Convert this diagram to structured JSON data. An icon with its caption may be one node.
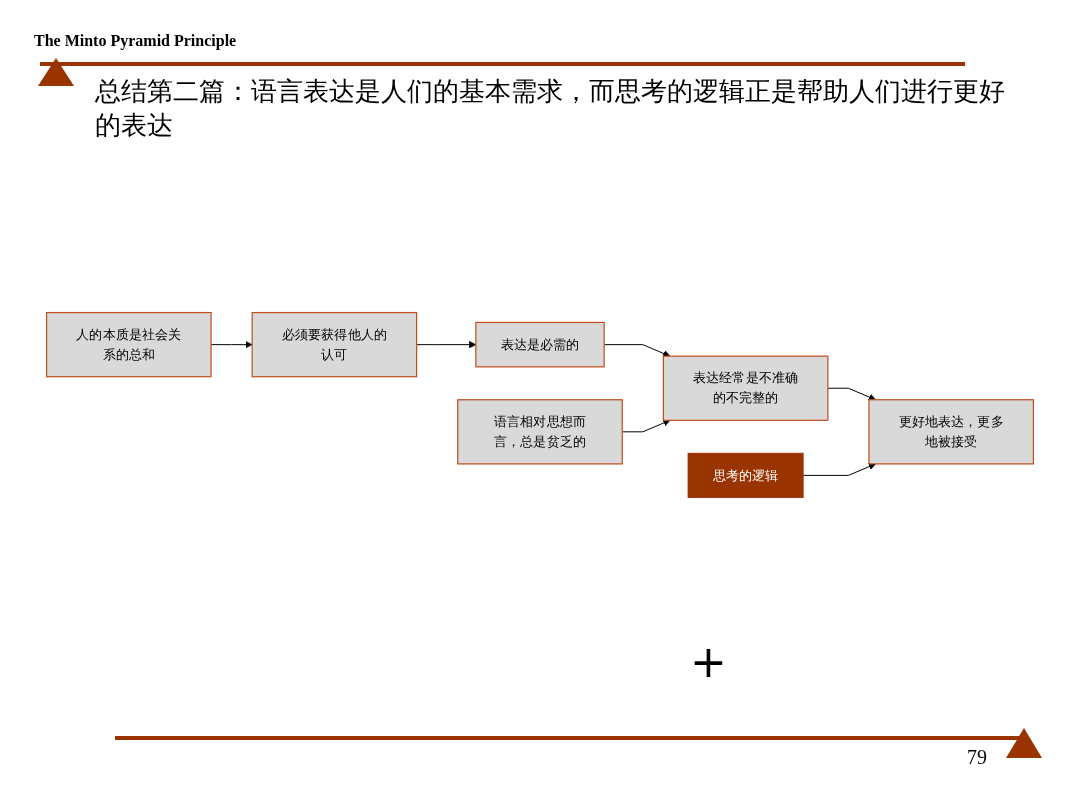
{
  "diagram": {
    "title": "总结第二篇：语言表达是人们的基本需求，而思考的逻辑正是帮助人们进行更好的表达",
    "nodes": [
      {
        "text": [
          "人的本质是社会关系的总和"
        ]
      },
      {
        "text": [
          "必须要获得他人的认可"
        ]
      },
      {
        "text": [
          "表达是必需的"
        ]
      },
      {
        "text": [
          "表达经常是不准确的不完整的"
        ]
      },
      {
        "text": [
          "语言相对思想而言，总是贫乏的"
        ]
      },
      {
        "text": [
          "更好地表达，更多地被接受"
        ]
      },
      {
        "text": [
          "思考的逻辑"
        ]
      }
    ],
    "edges": [
      {
        "from": 0,
        "to": 1,
        "arrow": "to"
      },
      {
        "from": 1,
        "to": 2,
        "arrow": "to"
      },
      {
        "from": 2,
        "to": 3,
        "arrow": "to"
      },
      {
        "from": 4,
        "to": 3,
        "arrow": "to"
      },
      {
        "from": 3,
        "to": 5,
        "arrow": "to"
      },
      {
        "from": 6,
        "to": 5,
        "arrow": "to"
      }
    ],
    "labels": [
      "The Minto Pyramid Principle",
      "+",
      "79"
    ]
  }
}
